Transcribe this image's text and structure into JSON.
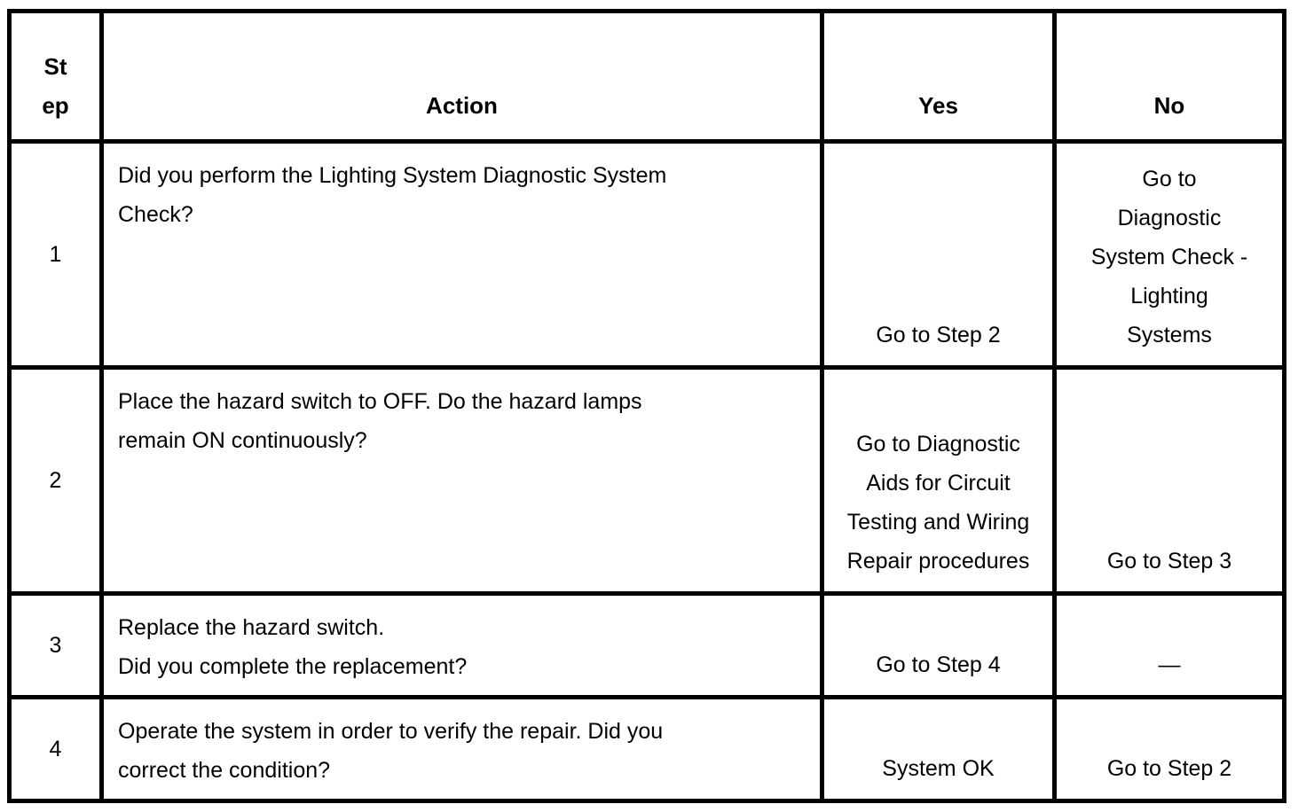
{
  "table": {
    "headers": {
      "step_lines": [
        "St",
        "ep"
      ],
      "action": "Action",
      "yes": "Yes",
      "no": "No"
    },
    "rows": [
      {
        "step": "1",
        "action_lines": [
          "Did you perform the Lighting System Diagnostic System",
          "Check?"
        ],
        "yes_lines": [
          "Go to Step 2"
        ],
        "no_lines": [
          "Go to",
          "Diagnostic",
          "System Check -",
          "Lighting",
          "Systems"
        ]
      },
      {
        "step": "2",
        "action_lines": [
          "Place the hazard switch to OFF. Do the hazard lamps",
          "remain ON continuously?"
        ],
        "yes_lines": [
          "Go to Diagnostic",
          "Aids for Circuit",
          "Testing and Wiring",
          "Repair procedures"
        ],
        "no_lines": [
          "Go to Step 3"
        ]
      },
      {
        "step": "3",
        "action_lines": [
          "Replace the hazard switch.",
          "Did you complete the replacement?"
        ],
        "yes_lines": [
          "Go to Step 4"
        ],
        "no_lines": [
          "—"
        ]
      },
      {
        "step": "4",
        "action_lines": [
          "Operate the system in order to verify the repair. Did you",
          "correct the condition?"
        ],
        "yes_lines": [
          "System OK"
        ],
        "no_lines": [
          "Go to Step 2"
        ]
      }
    ],
    "colors": {
      "border": "#000000",
      "text": "#000000",
      "background": "#ffffff"
    }
  }
}
